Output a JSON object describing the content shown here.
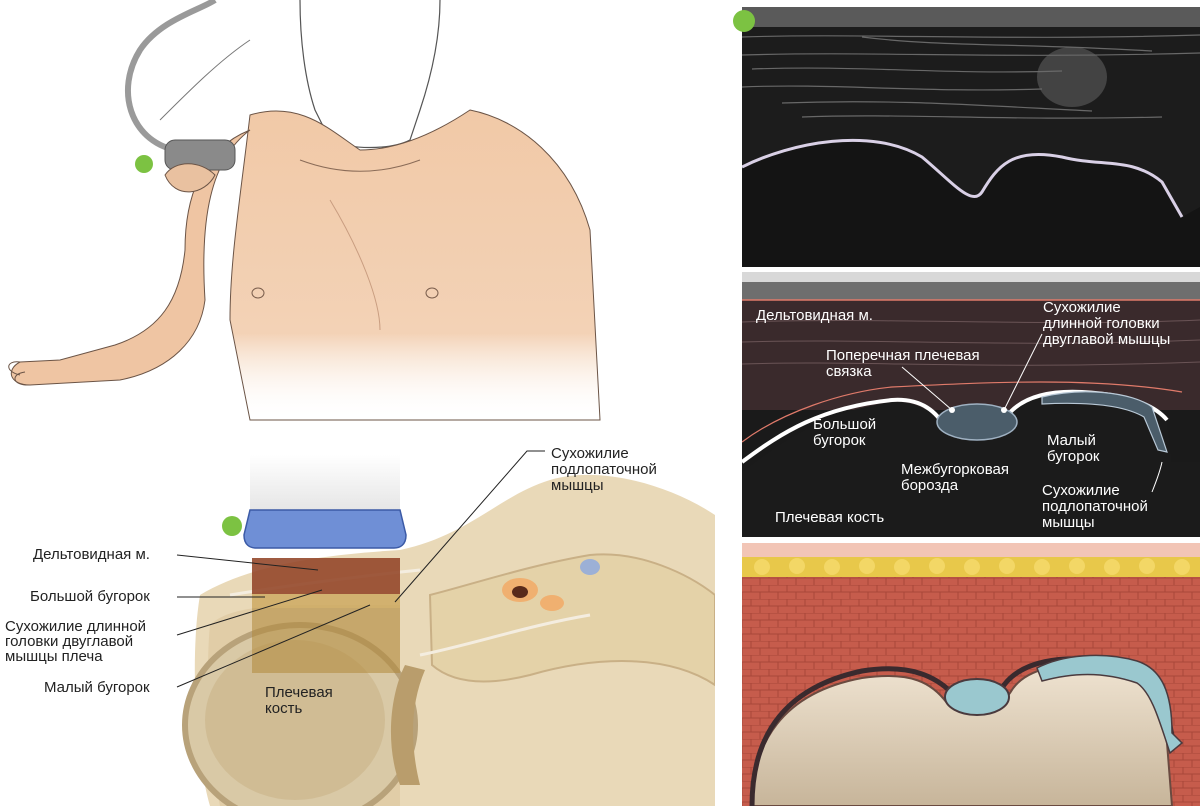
{
  "labels": {
    "section": {
      "deltoid": "Дельтовидная м.",
      "greater_tubercle": "Большой бугорок",
      "biceps_tendon": "Сухожилие длинной\nголовки двуглавой\nмышцы плеча",
      "lesser_tubercle": "Малый бугорок",
      "humerus": "Плечевая\nкость",
      "subscap_tendon": "Сухожилие\nподлопаточной\nмышцы"
    },
    "ultrasound": {
      "deltoid": "Дельтовидная м.",
      "biceps_tendon": "Сухожилие\nдлинной головки\nдвуглавой мышцы",
      "transverse_ligament": "Поперечная плечевая\nсвязка",
      "greater_tubercle": "Большой\nбугорок",
      "lesser_tubercle": "Малый\nбугорок",
      "groove": "Межбугорковая\nборозда",
      "humerus": "Плечевая кость",
      "subscap_tendon": "Сухожилие\nподлопаточной\nмышцы"
    }
  },
  "colors": {
    "marker": "#7cc242",
    "probe": "#6f8fd6",
    "skin": "#efc7a6",
    "us_background": "#1c1c1c",
    "muscle": "#c0594a",
    "fat": "#e8c84a",
    "bone": "#e9dcc8",
    "tendon": "#9ac8cf"
  }
}
